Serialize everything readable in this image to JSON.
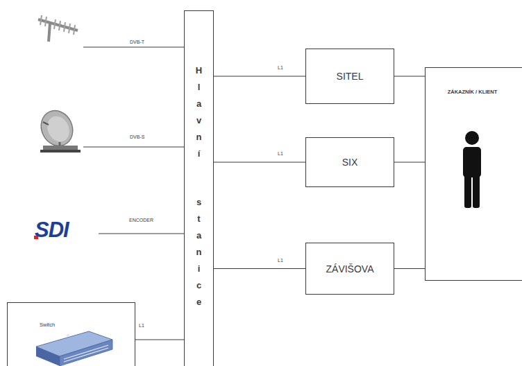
{
  "diagram": {
    "nodes": [
      {
        "text": [
          "Hlavní stanice"
        ]
      },
      {
        "text": [
          "SITEL"
        ]
      },
      {
        "text": [
          "SIX"
        ]
      },
      {
        "text": [
          "ZÁVIŠOVA"
        ]
      },
      {
        "text": [
          "ZÁKAZNÍK / KLIENT"
        ]
      },
      {
        "text": [
          "Switch"
        ]
      }
    ],
    "edges": [
      {
        "from": 5,
        "to": 0,
        "label": "L1",
        "arrow": "none"
      },
      {
        "from": 0,
        "to": 1,
        "label": "L1",
        "arrow": "none"
      },
      {
        "from": 0,
        "to": 2,
        "label": "L1",
        "arrow": "none"
      },
      {
        "from": 0,
        "to": 3,
        "label": "L1",
        "arrow": "none"
      },
      {
        "from": 1,
        "to": 4,
        "arrow": "none"
      },
      {
        "from": 2,
        "to": 4,
        "arrow": "none"
      },
      {
        "from": 3,
        "to": 4,
        "arrow": "none"
      }
    ],
    "labels": [
      "DVB-T",
      "DVB-S",
      "SDI",
      "ENCODER"
    ]
  }
}
